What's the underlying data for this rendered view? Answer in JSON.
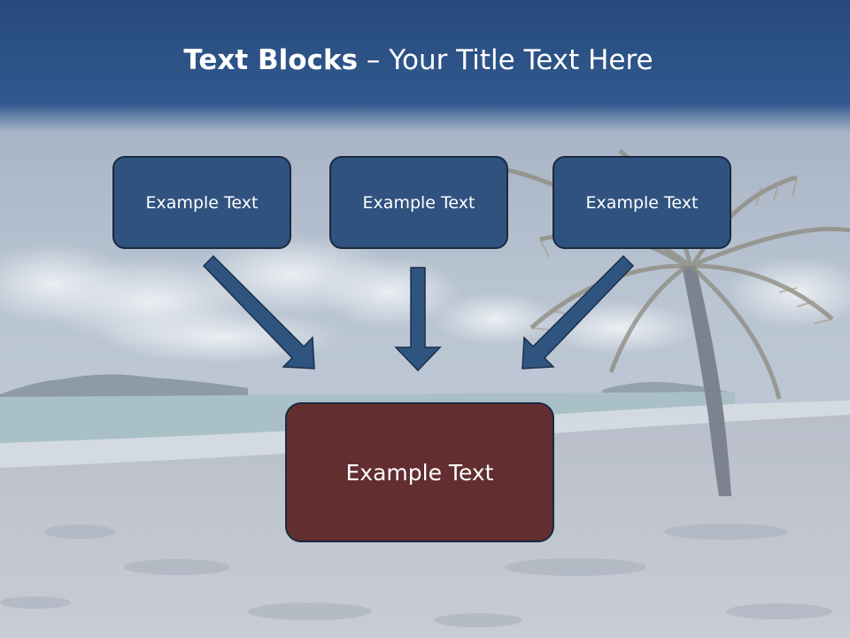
{
  "title": {
    "bold": "Text Blocks",
    "dash": " – ",
    "rest": "Your Title Text Here"
  },
  "blocks": [
    {
      "text": "Example Text"
    },
    {
      "text": "Example Text"
    },
    {
      "text": "Example Text"
    }
  ],
  "target": {
    "text": "Example Text"
  },
  "colors": {
    "header": "#2c5187",
    "block_fill": "#30527f",
    "target_fill": "#622e2f",
    "arrow_fill": "#2f5480",
    "arrow_stroke": "#1c2f4a"
  }
}
